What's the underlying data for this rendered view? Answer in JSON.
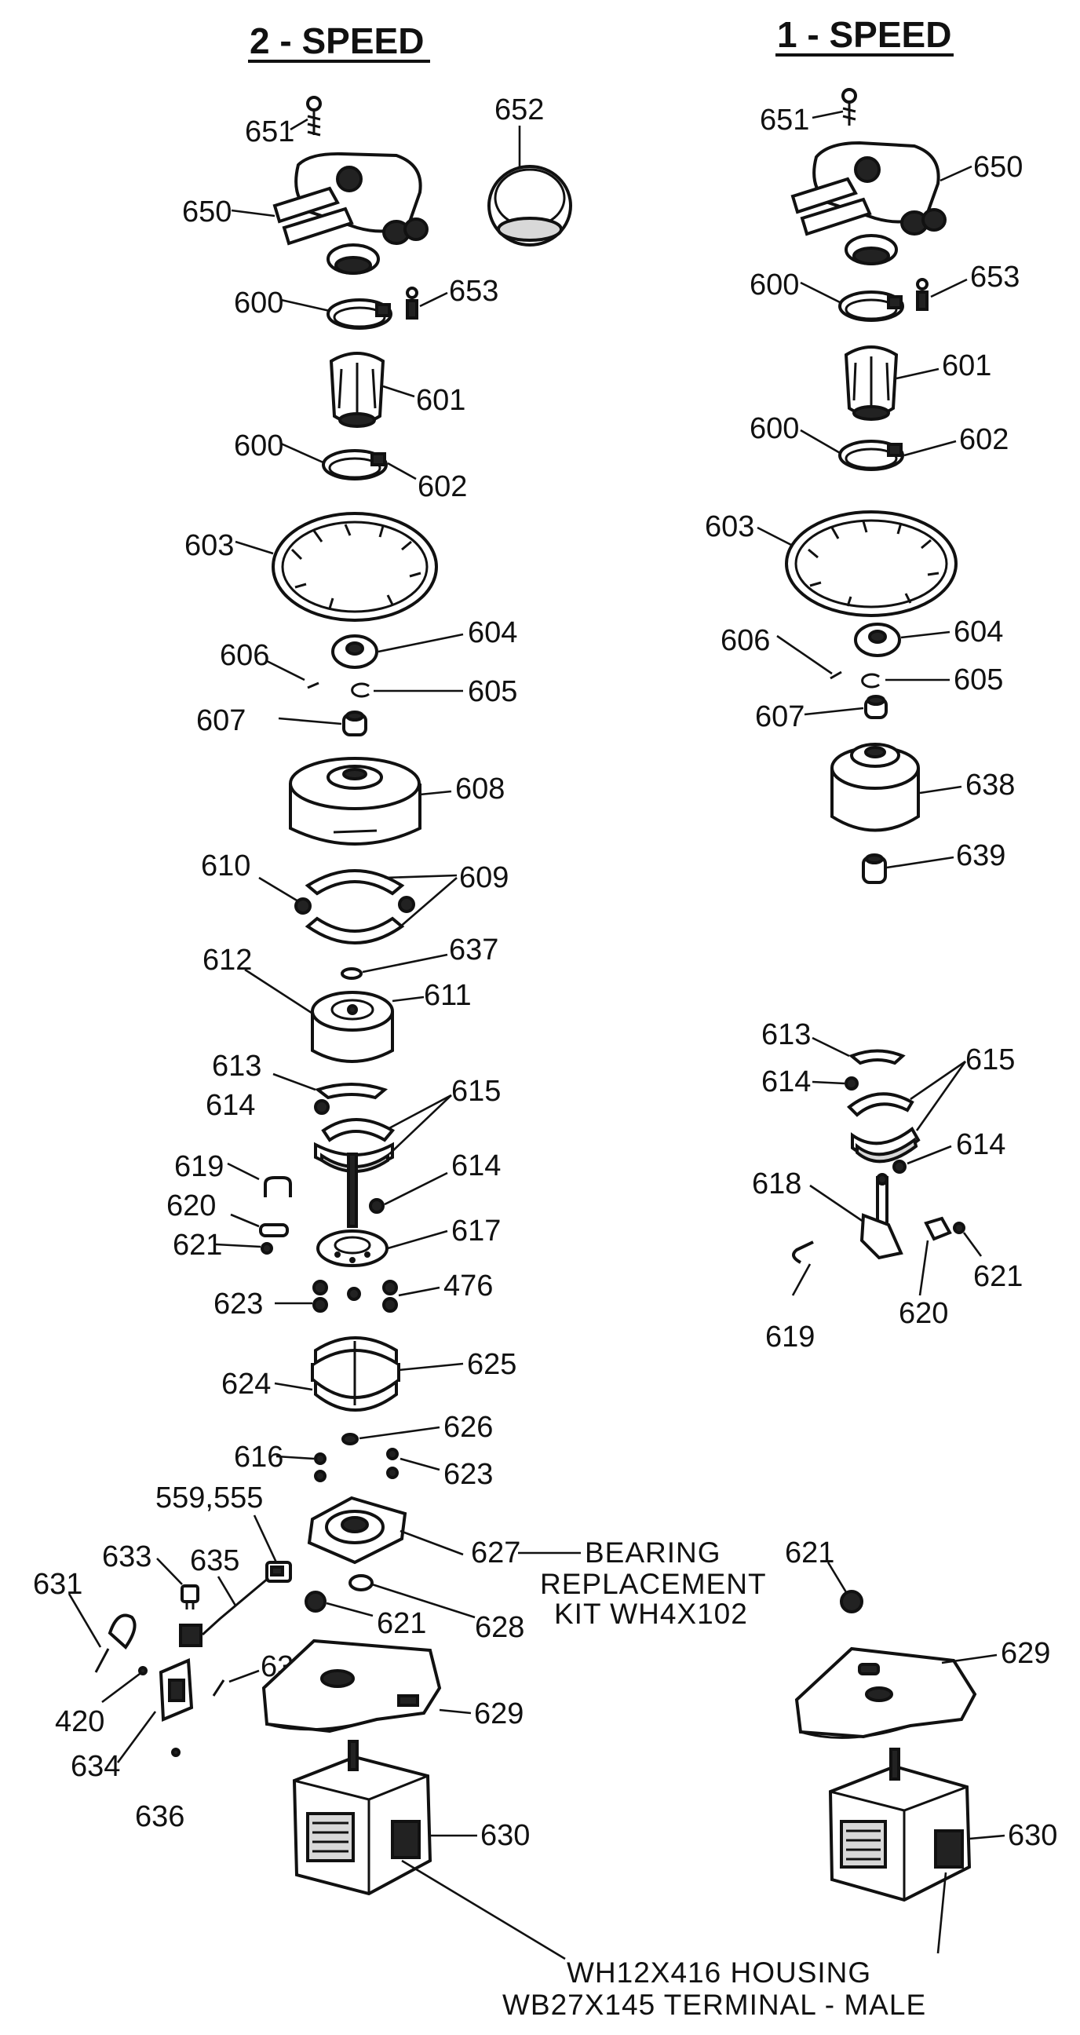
{
  "headings": {
    "left": "2 - SPEED",
    "right": "1 - SPEED"
  },
  "left_labels": {
    "l651": "651",
    "l652": "652",
    "l650": "650",
    "l600a": "600",
    "l653": "653",
    "l601": "601",
    "l600b": "600",
    "l602": "602",
    "l603": "603",
    "l604": "604",
    "l606": "606",
    "l605": "605",
    "l607": "607",
    "l608": "608",
    "l610": "610",
    "l609": "609",
    "l637": "637",
    "l612": "612",
    "l611": "611",
    "l613": "613",
    "l615": "615",
    "l614a": "614",
    "l619": "619",
    "l614b": "614",
    "l620": "620",
    "l617": "617",
    "l621a": "621",
    "l623a": "623",
    "l476": "476",
    "l624": "624",
    "l625": "625",
    "l626": "626",
    "l616": "616",
    "l623b": "623",
    "l559": "559,555",
    "l633": "633",
    "l635": "635",
    "l627": "627",
    "l631": "631",
    "l621b": "621",
    "l628": "628",
    "l632": "632",
    "l420": "420",
    "l629": "629",
    "l634": "634",
    "l636": "636",
    "l630": "630"
  },
  "right_labels": {
    "r651": "651",
    "r650": "650",
    "r600a": "600",
    "r653": "653",
    "r601": "601",
    "r600b": "600",
    "r602": "602",
    "r603": "603",
    "r604": "604",
    "r606": "606",
    "r605": "605",
    "r607": "607",
    "r638": "638",
    "r639": "639",
    "r613": "613",
    "r614a": "614",
    "r615": "615",
    "r614b": "614",
    "r618": "618",
    "r621a": "621",
    "r619": "619",
    "r620": "620",
    "r621b": "621",
    "r629": "629",
    "r630": "630"
  },
  "notes": {
    "bearing_1": "BEARING",
    "bearing_2": "REPLACEMENT",
    "bearing_3": "KIT WH4X102",
    "housing": "WH12X416 HOUSING",
    "terminal": "WB27X145 TERMINAL - MALE"
  }
}
